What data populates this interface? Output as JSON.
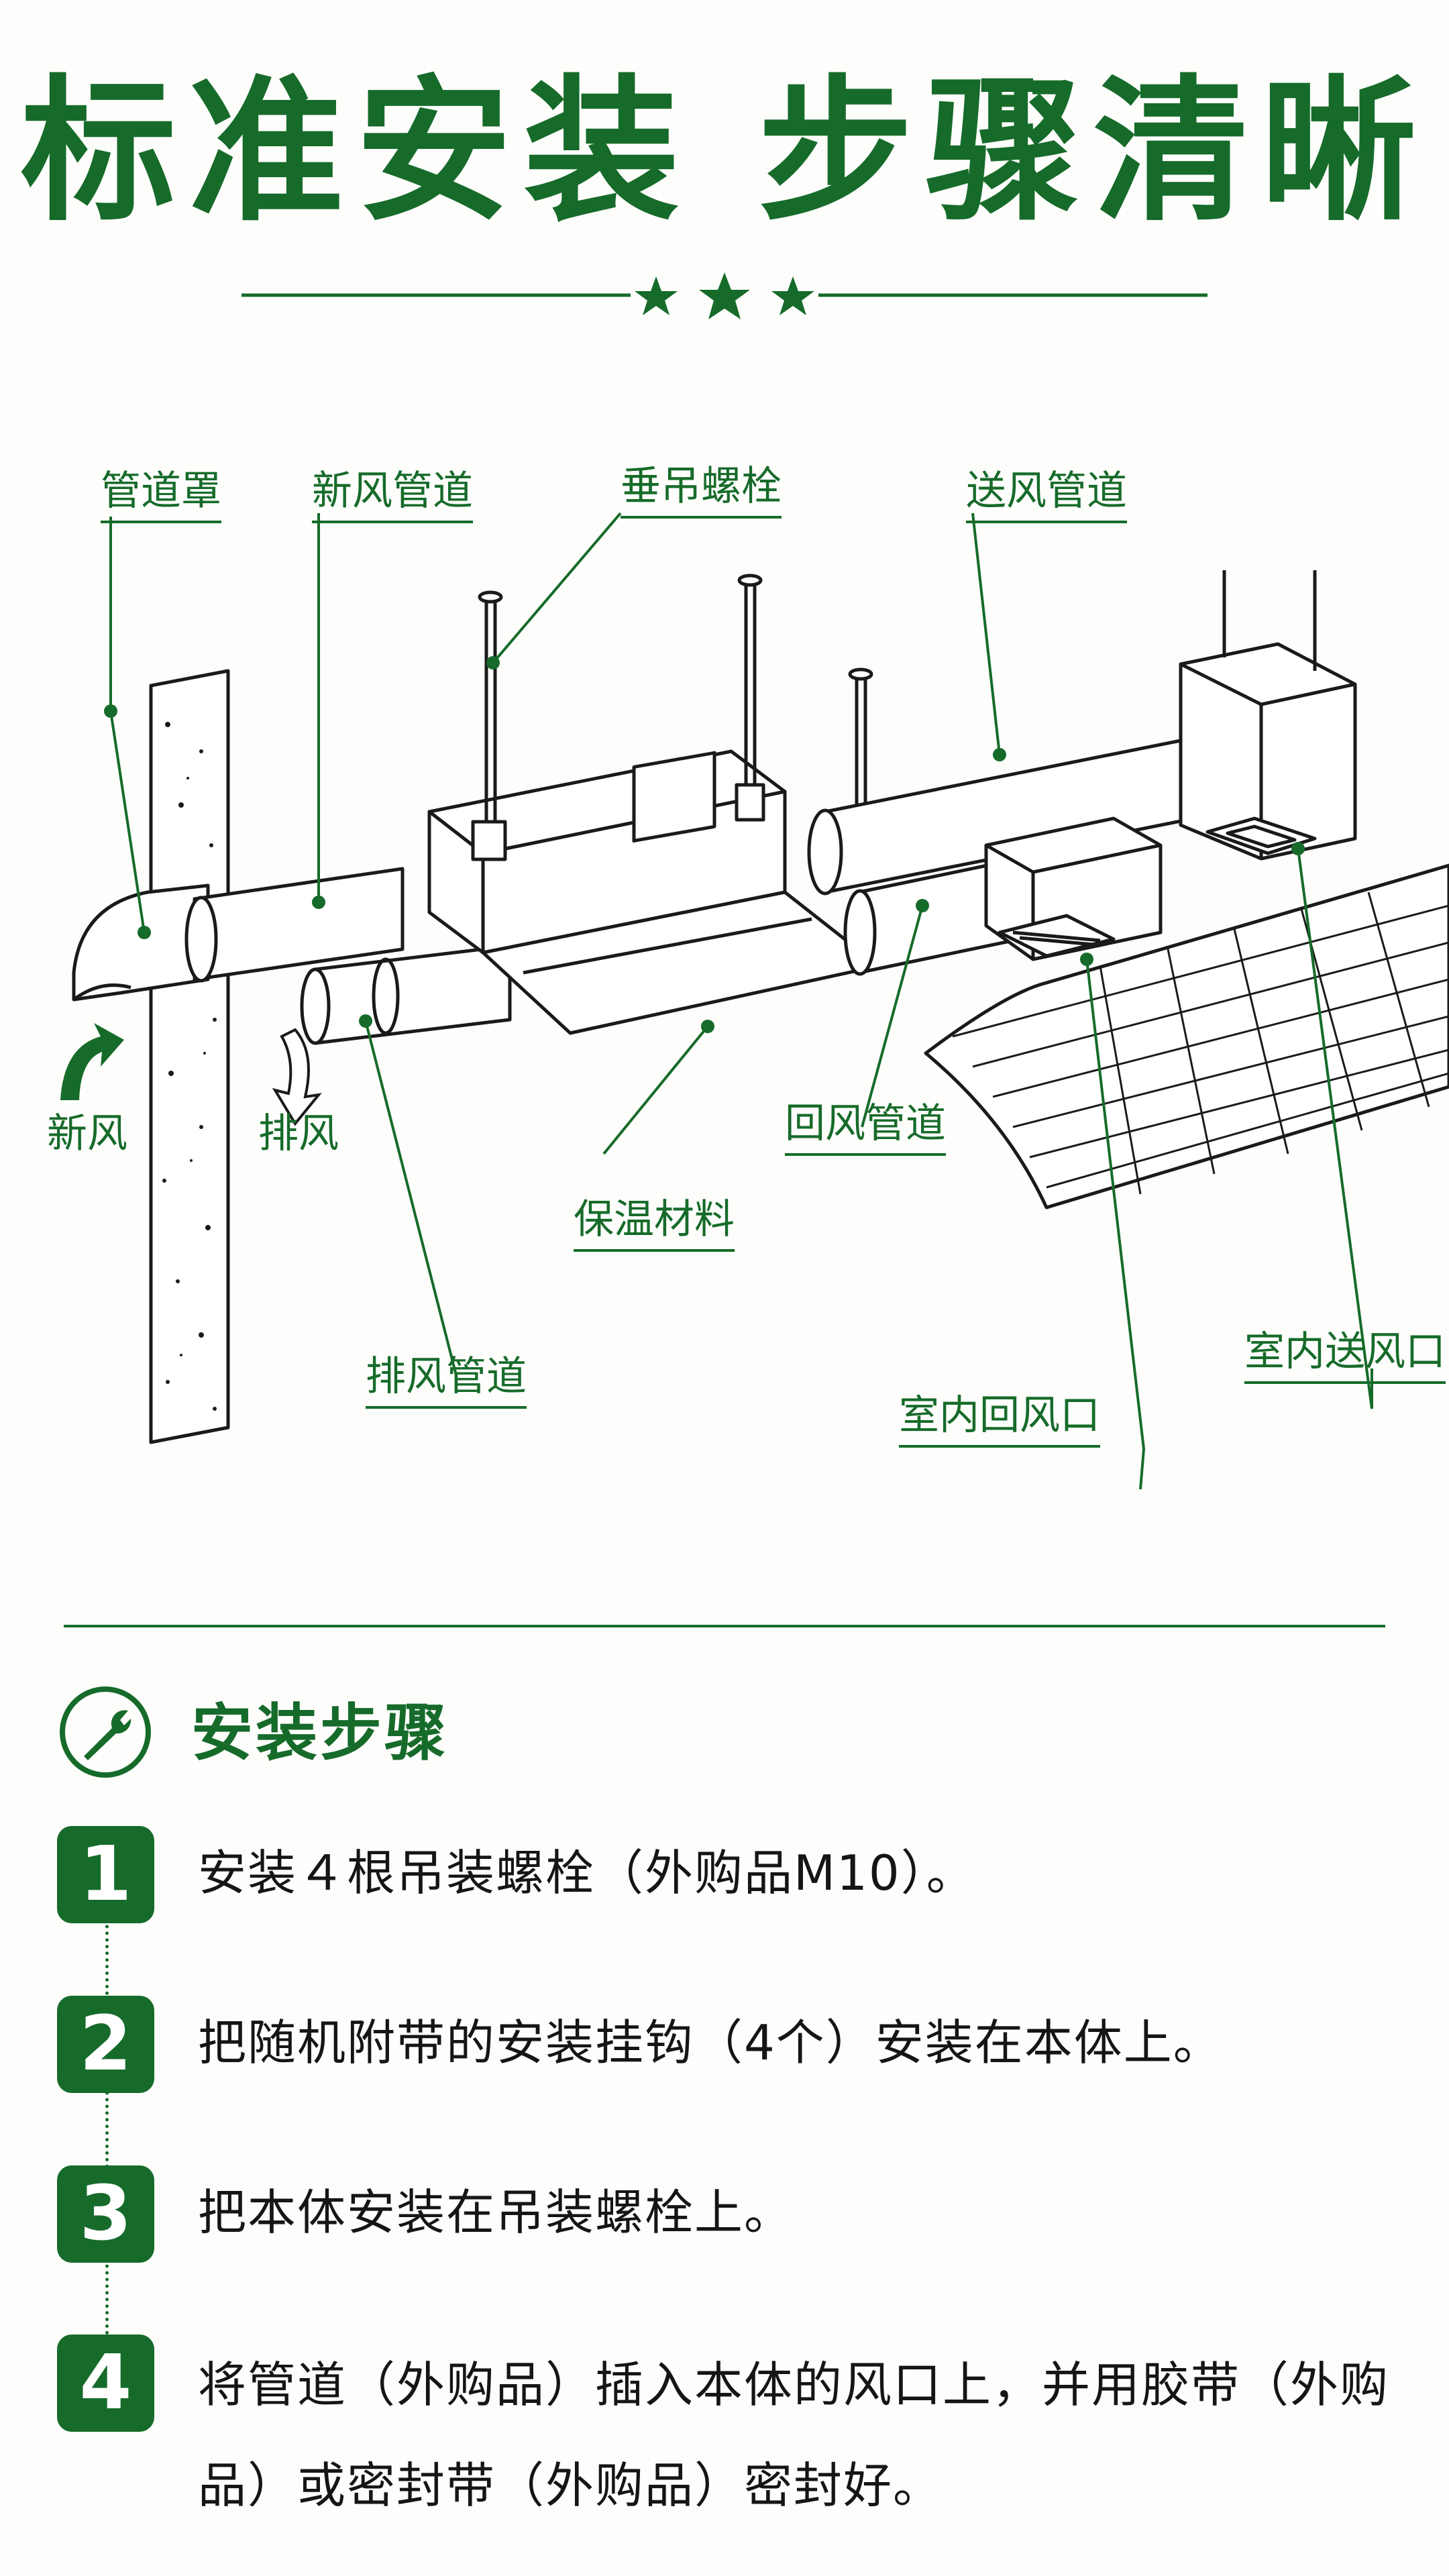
{
  "title": "标准安装  步骤清晰",
  "diagram": {
    "labels": {
      "duct_cover": "管道罩",
      "fresh_air_duct": "新风管道",
      "hanger_bolt": "垂吊螺栓",
      "supply_duct": "送风管道",
      "fresh_air": "新风",
      "exhaust": "排风",
      "return_duct": "回风管道",
      "insulation": "保温材料",
      "exhaust_duct": "排风管道",
      "indoor_return_vent": "室内回风口",
      "indoor_supply_vent": "室内送风口"
    }
  },
  "steps": {
    "title": "安装步骤",
    "items": [
      {
        "num": "1",
        "text": "安装４根吊装螺栓（外购品M10）。"
      },
      {
        "num": "2",
        "text": "把随机附带的安装挂钩（4个）安装在本体上。"
      },
      {
        "num": "3",
        "text": "把本体安装在吊装螺栓上。"
      },
      {
        "num": "4",
        "text": "将管道（外购品）插入本体的风口上，并用胶带（外购品）或密封带（外购品）密封好。"
      }
    ]
  },
  "colors": {
    "accent": "#166b2a",
    "text": "#151515",
    "background": "#fdfdfb"
  }
}
